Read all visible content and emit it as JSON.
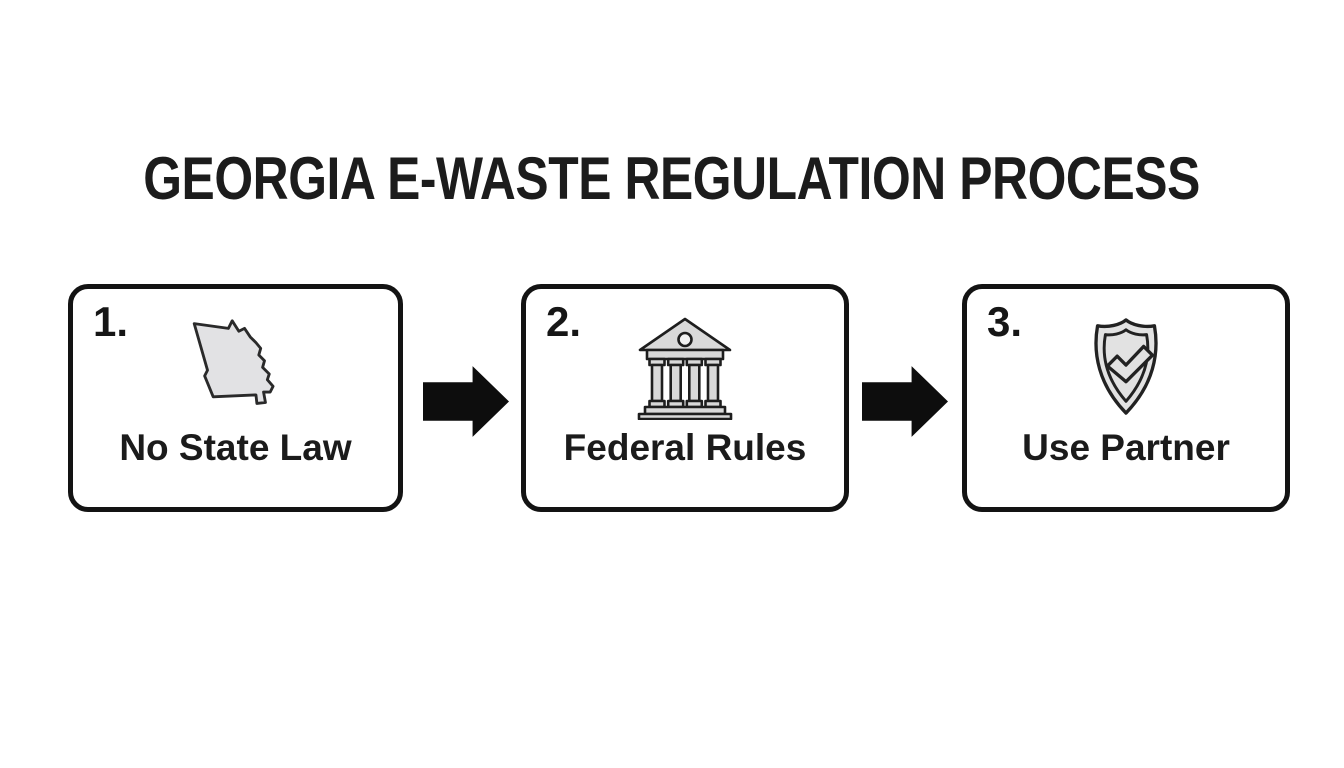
{
  "title": "GEORGIA E-WASTE REGULATION PROCESS",
  "steps": [
    {
      "number": "1.",
      "label": "No State Law",
      "icon": "georgia-state-icon"
    },
    {
      "number": "2.",
      "label": "Federal Rules",
      "icon": "bank-building-icon"
    },
    {
      "number": "3.",
      "label": "Use Partner",
      "icon": "shield-check-icon"
    }
  ],
  "arrows": {
    "count": 2,
    "direction": "right"
  },
  "colors": {
    "background": "#ffffff",
    "box_border": "#131313",
    "text": "#1b1b1b",
    "icon_fill": "#e0e0e1",
    "icon_stroke": "#222222",
    "arrow": "#0d0d0d"
  }
}
